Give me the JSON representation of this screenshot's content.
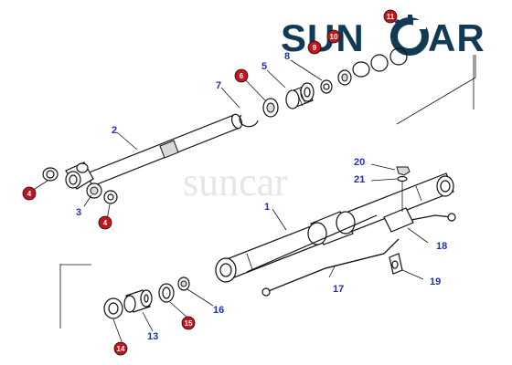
{
  "logo": {
    "text_left": "SUN",
    "text_right": "AR",
    "accent": "#e0313b",
    "color": "#123a55"
  },
  "watermark": "suncar",
  "colors": {
    "label": "#1f2fb8",
    "badge": "#c4151c",
    "ink": "#111111"
  },
  "labels": {
    "l1": "1",
    "l2": "2",
    "l3": "3",
    "l5": "5",
    "l7": "7",
    "l8": "8",
    "l13": "13",
    "l16": "16",
    "l17": "17",
    "l18": "18",
    "l19": "19",
    "l20": "20",
    "l21": "21"
  },
  "badges": {
    "b4a": "4",
    "b4b": "4",
    "b6": "6",
    "b9": "9",
    "b10": "10",
    "b11": "11",
    "b14": "14",
    "b15": "15"
  }
}
